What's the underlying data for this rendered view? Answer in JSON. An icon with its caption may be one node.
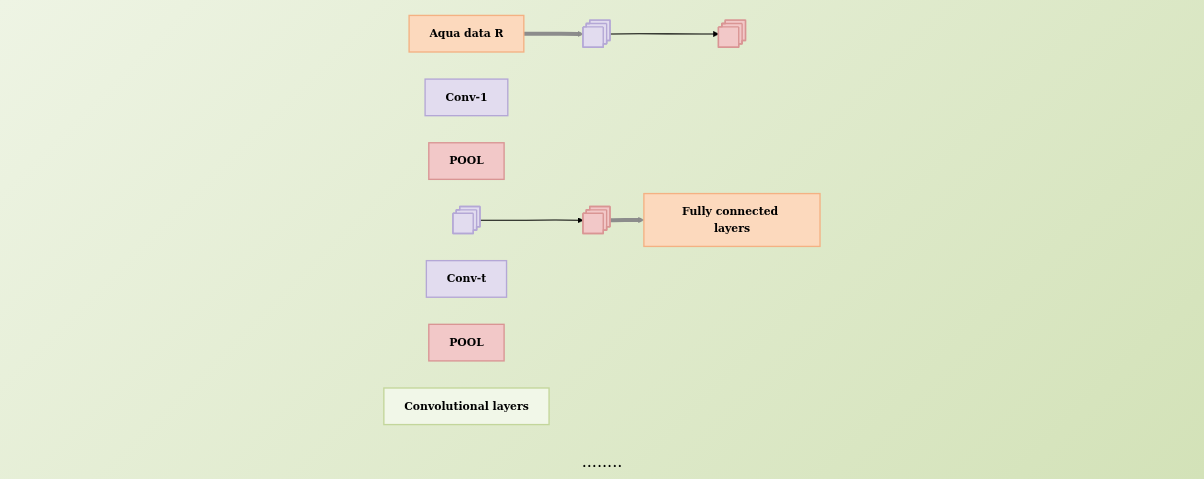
{
  "diagram": {
    "nodes": [
      {
        "text": [
          "Aqua data R"
        ]
      },
      {
        "text": [],
        "shape": "stack"
      },
      {
        "text": [
          "Conv-1"
        ]
      },
      {
        "text": [
          "POOL"
        ]
      },
      {
        "text": [],
        "shape": "stack"
      },
      {
        "text": [],
        "shape": "stack"
      },
      {
        "text": [
          "Conv-t"
        ]
      },
      {
        "text": [
          "POOL"
        ]
      },
      {
        "text": [],
        "shape": "stack"
      },
      {
        "text": [
          "Fully connected layers"
        ]
      },
      {
        "text": [
          "Convolutional layers"
        ]
      }
    ],
    "edges": [
      {
        "from": 0,
        "to": 1,
        "arrow": "to",
        "style": "thick",
        "color": "#8c8c8c"
      },
      {
        "from": 1,
        "to": 4,
        "arrow": "to",
        "color": "#000000"
      },
      {
        "from": 5,
        "to": 8,
        "arrow": "to",
        "color": "#000000"
      },
      {
        "from": 8,
        "to": 9,
        "arrow": "to",
        "style": "thick",
        "color": "#8c8c8c"
      }
    ],
    "labels": [
      "........"
    ]
  }
}
